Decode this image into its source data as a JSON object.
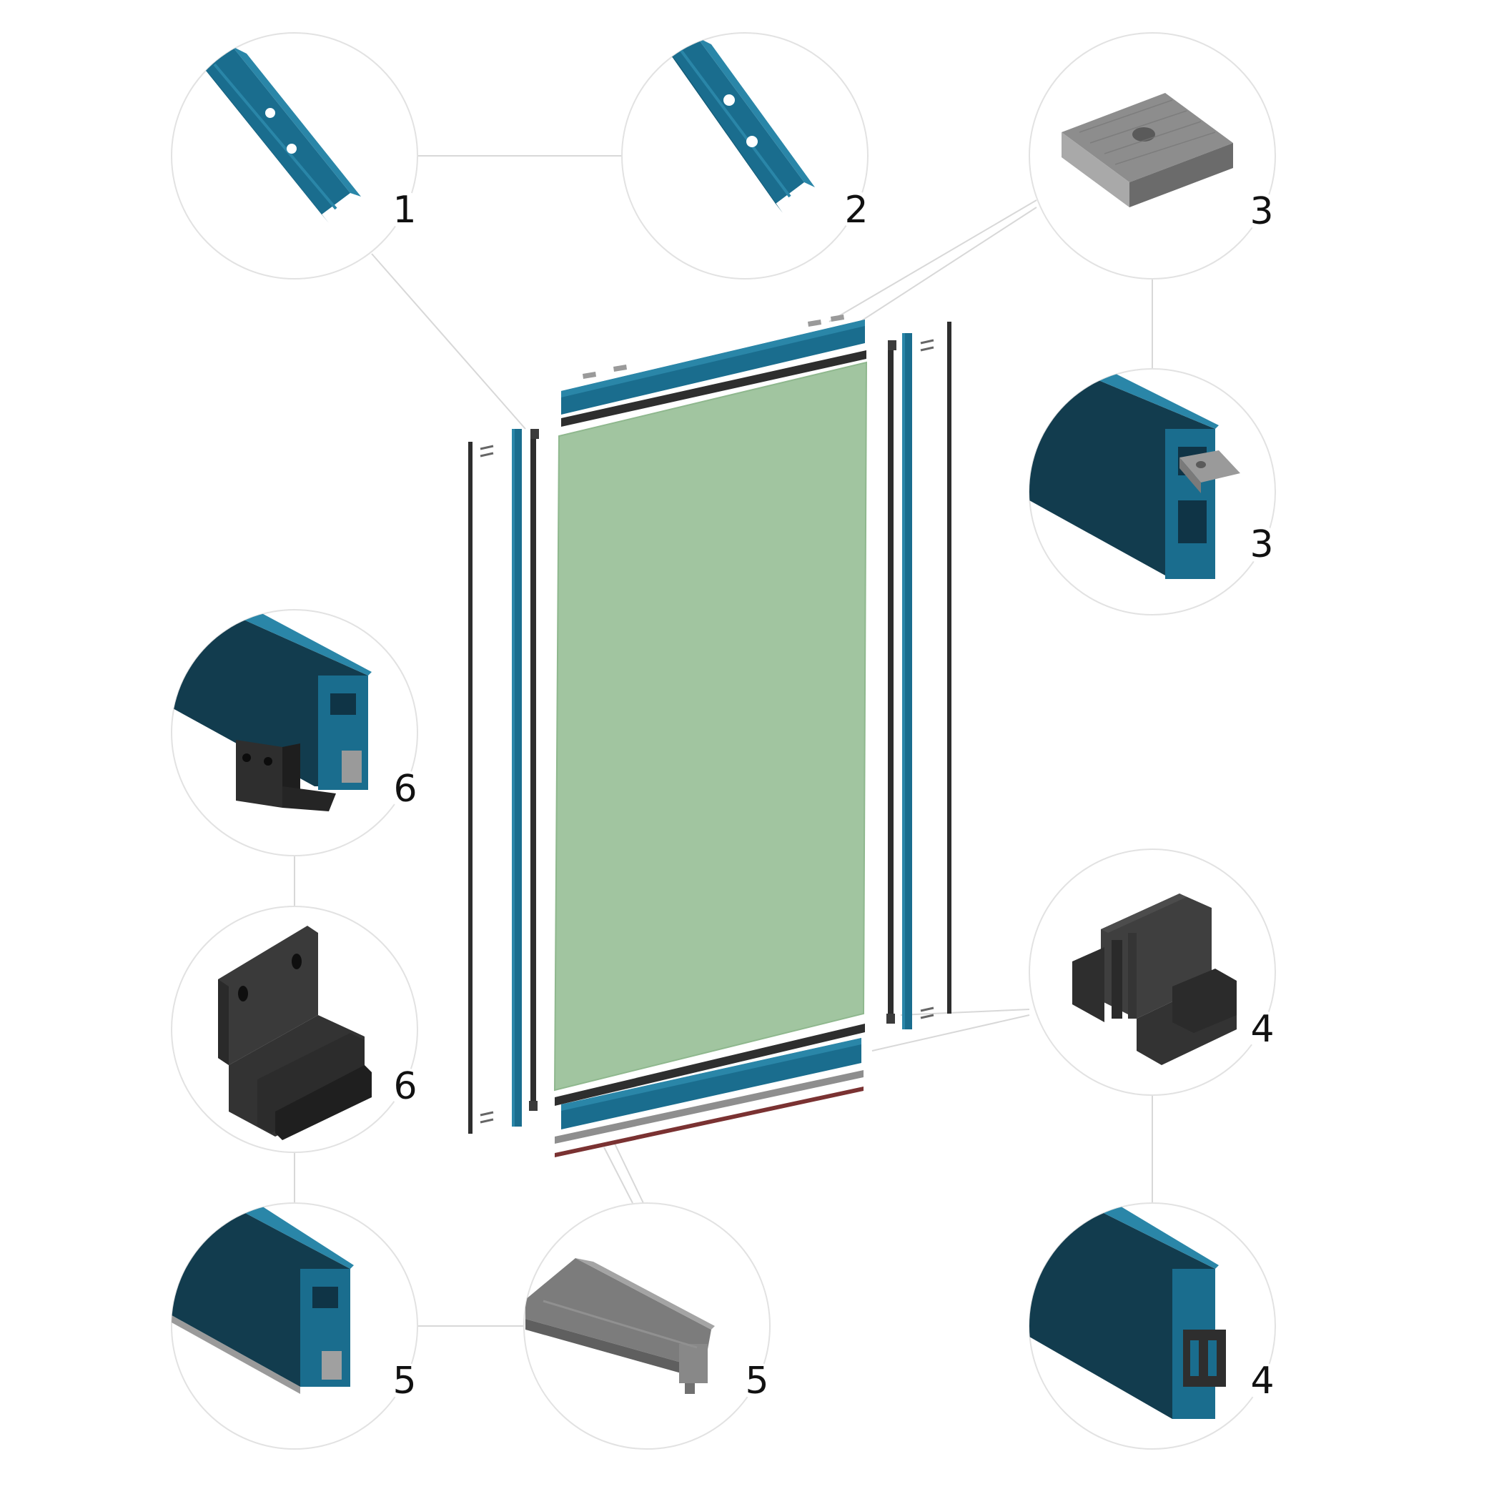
{
  "colors": {
    "profile_blue": "#1a6d8e",
    "profile_blue_light": "#2a86a8",
    "profile_dark": "#123c4e",
    "gasket_black": "#2e2e2e",
    "glass_green": "#a1c5a0",
    "seal_grey": "#8e8e8e",
    "seal_red": "#7a3232",
    "connector_line": "#d8d8d8",
    "circle_outline": "#e2e2e2"
  },
  "callouts": {
    "c1": {
      "label": "1",
      "part": "profile-with-holes-icon"
    },
    "c2": {
      "label": "2",
      "part": "profile-with-holes-icon"
    },
    "c3a": {
      "label": "3",
      "part": "setting-block-icon"
    },
    "c3b": {
      "label": "3",
      "part": "profile-with-block-icon"
    },
    "c6a": {
      "label": "6",
      "part": "profile-with-bracket-icon"
    },
    "c6b": {
      "label": "6",
      "part": "bracket-icon"
    },
    "c5a": {
      "label": "5",
      "part": "profile-with-seal-icon"
    },
    "c5b": {
      "label": "5",
      "part": "seal-profile-icon"
    },
    "c4a": {
      "label": "4",
      "part": "corner-block-icon"
    },
    "c4b": {
      "label": "4",
      "part": "profile-with-corner-block-icon"
    }
  }
}
